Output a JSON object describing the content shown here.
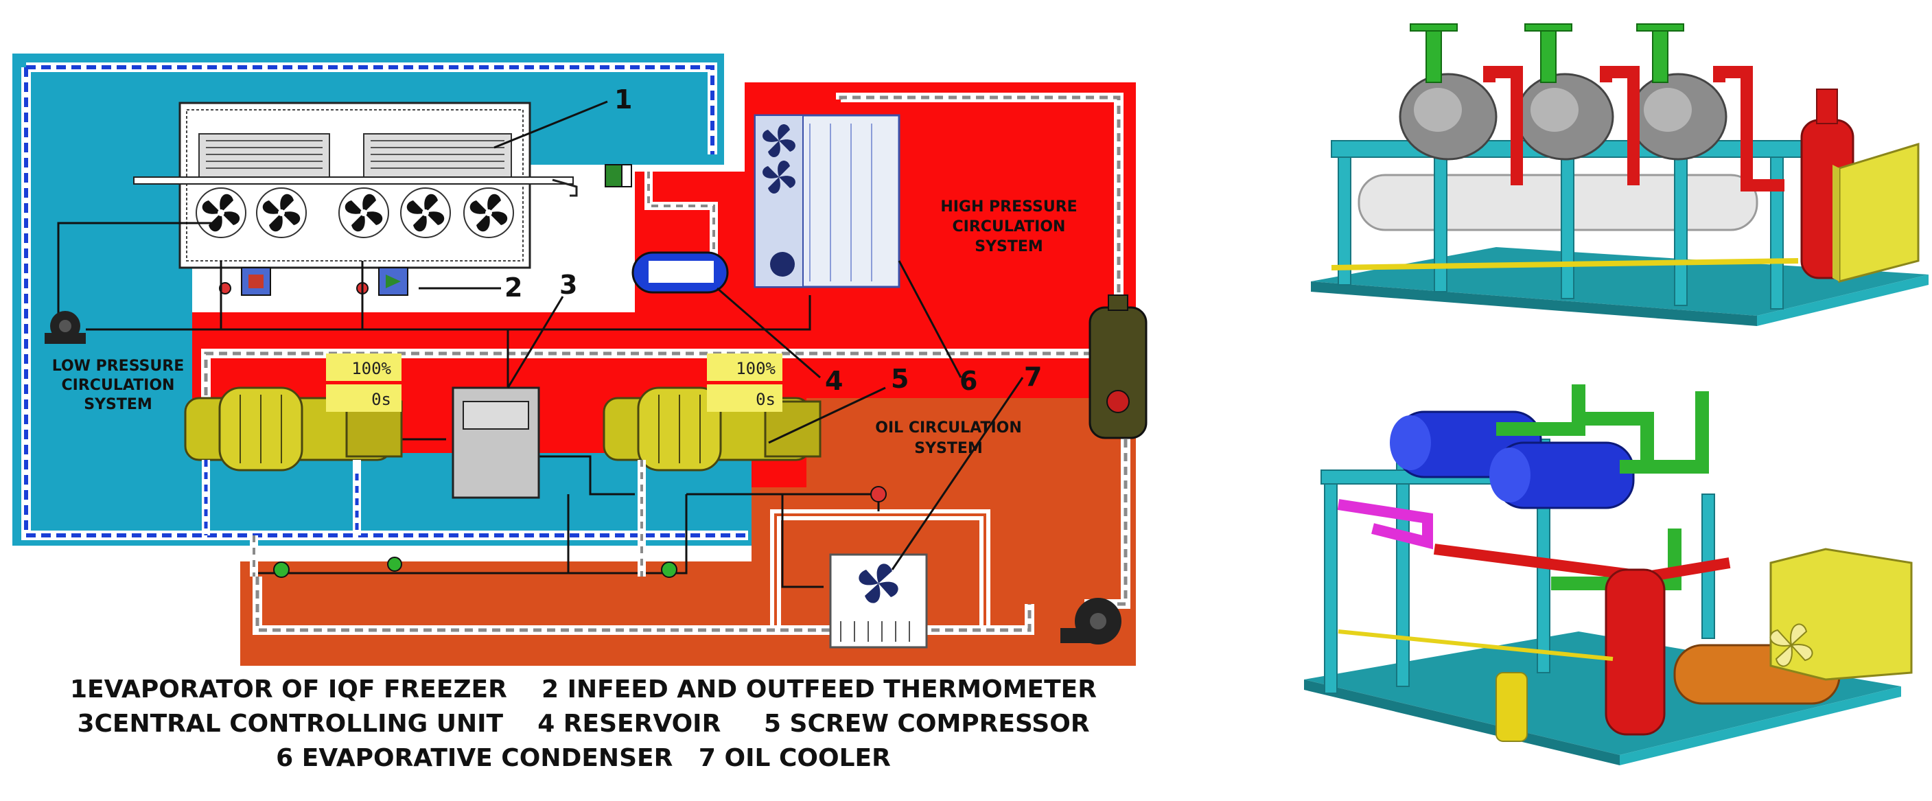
{
  "diagram": {
    "systems": {
      "low": [
        "LOW PRESSURE",
        "CIRCULATION",
        "SYSTEM"
      ],
      "high": [
        "HIGH PRESSURE",
        "CIRCULATION",
        "SYSTEM"
      ],
      "oil": [
        "OIL CIRCULATION",
        "SYSTEM"
      ]
    },
    "callouts": [
      "1",
      "2",
      "3",
      "4",
      "5",
      "6",
      "7"
    ],
    "compressor_readouts": [
      {
        "capacity": "100%",
        "time": "0s"
      },
      {
        "capacity": "100%",
        "time": "0s"
      }
    ],
    "colors": {
      "low_pressure": "#1ba4c4",
      "high_pressure": "#fb0c0c",
      "oil": "#d94f1e",
      "pipe_dash_blue": "#1a3fd6",
      "compressor": "#c9c21e",
      "readout_bg": "#f5ef6a"
    }
  },
  "legend": {
    "lines": [
      "1EVAPORATOR OF IQF FREEZER    2 INFEED AND OUTFEED THERMOMETER",
      "3CENTRAL CONTROLLING UNIT    4 RESERVOIR     5 SCREW COMPRESSOR",
      "6 EVAPORATIVE CONDENSER   7 OIL COOLER"
    ]
  },
  "units": {
    "colors": {
      "frame": "#29b5c0",
      "pipe_red": "#d81818",
      "pipe_green": "#2fb32f",
      "pipe_yellow": "#e6d21a",
      "compressor_grey": "#8c8c8c",
      "compressor_blue": "#2136d6",
      "vessel_orange": "#d8781e",
      "panel_yellow": "#e4df3a",
      "pipe_magenta": "#e02fd8"
    }
  }
}
